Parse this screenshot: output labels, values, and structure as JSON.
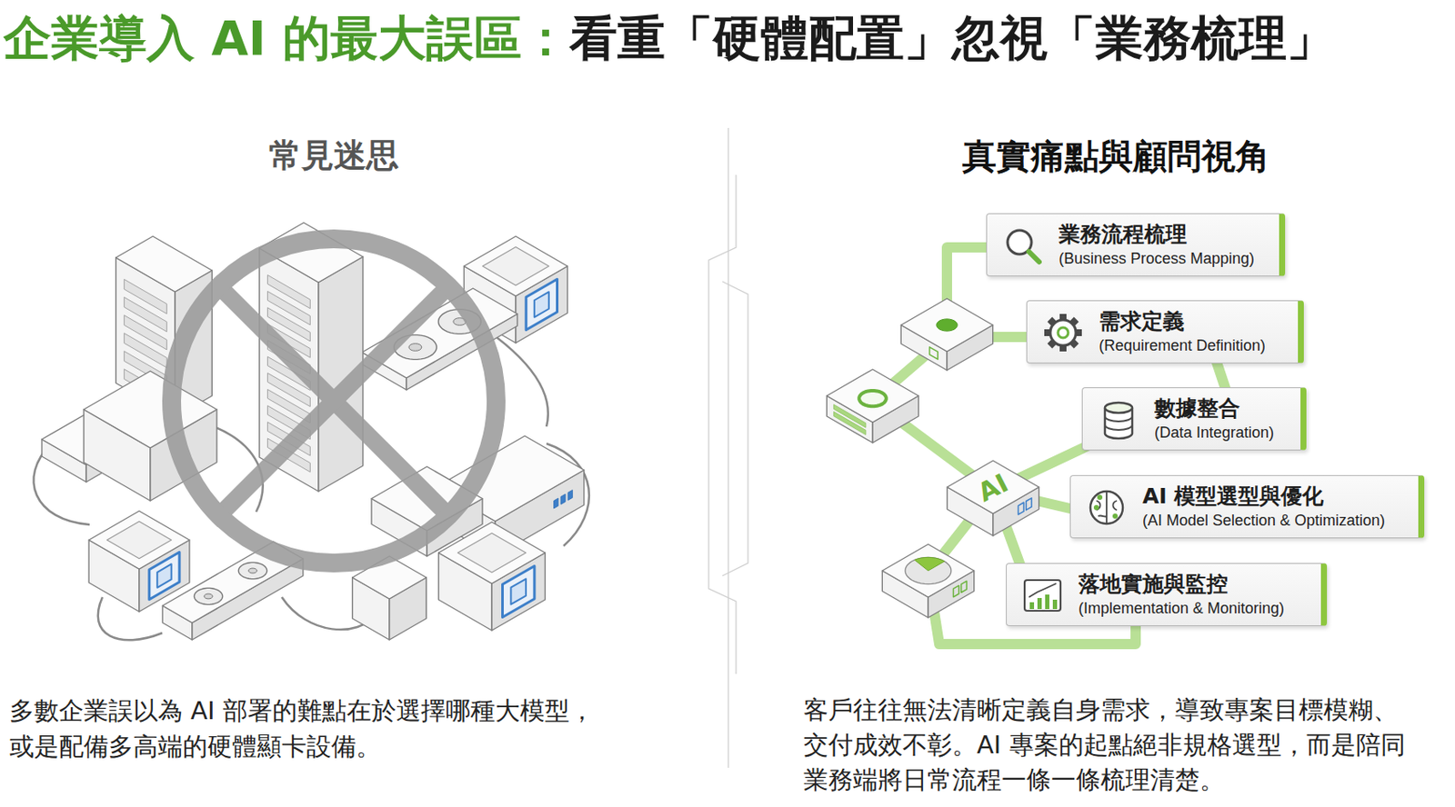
{
  "diagram": {
    "title": "企業導入 AI 的最大誤區：看重「硬體配置」忽視「業務梳理」",
    "nodes": [
      {
        "text": [
          "業務流程梳理",
          "(Business Process Mapping)"
        ]
      },
      {
        "text": [
          "需求定義",
          "(Requirement Definition)"
        ]
      },
      {
        "text": [
          "數據整合",
          "(Data Integration)"
        ]
      },
      {
        "text": [
          "AI 模型選型與優化",
          "(AI Model Selection & Optimization)"
        ]
      },
      {
        "text": [
          "落地實施與監控",
          "(Implementation & Monitoring)"
        ]
      }
    ],
    "labels": [
      "常見迷思",
      "真實痛點與顧問視角",
      "AI",
      "多數企業誤以為 AI 部署的難點在於選擇哪種大模型， 或是配備多高端的硬體顯卡設備。",
      "客戶往往無法清晰定義自身需求，導致專案目標模糊、 交付成效不彰。AI 專案的起點絕非規格選型，而是陪同 業務端將日常流程一條一條梳理清楚。"
    ]
  }
}
